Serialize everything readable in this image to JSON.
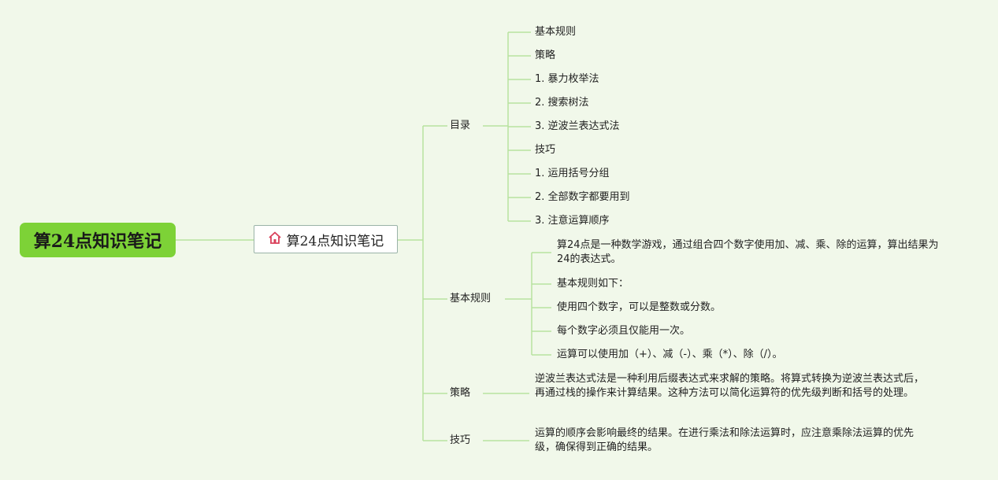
{
  "root": {
    "label": "算24点知识笔记"
  },
  "main": {
    "label": "算24点知识笔记",
    "icon": "home-icon",
    "icon_color": "#d9405a"
  },
  "branches": {
    "toc": {
      "label": "目录",
      "items": [
        "基本规则",
        "策略",
        "1. 暴力枚举法",
        "2. 搜索树法",
        "3. 逆波兰表达式法",
        "技巧",
        "1. 运用括号分组",
        "2. 全部数字都要用到",
        "3. 注意运算顺序"
      ]
    },
    "rules": {
      "label": "基本规则",
      "items": [
        "算24点是一种数学游戏，通过组合四个数字使用加、减、乘、除的运算，算出结果为24的表达式。",
        "基本规则如下：",
        "使用四个数字，可以是整数或分数。",
        "每个数字必须且仅能用一次。",
        "运算可以使用加（+）、减（-）、乘（*）、除（/）。"
      ]
    },
    "strategy": {
      "label": "策略",
      "text": "逆波兰表达式法是一种利用后缀表达式来求解的策略。将算式转换为逆波兰表达式后，再通过栈的操作来计算结果。这种方法可以简化运算符的优先级判断和括号的处理。"
    },
    "tips": {
      "label": "技巧",
      "text": "运算的顺序会影响最终的结果。在进行乘法和除法运算时，应注意乘除法运算的优先级，确保得到正确的结果。"
    }
  },
  "colors": {
    "background": "#f1f8ea",
    "root_fill": "#7dd237",
    "connector": "#b7e2a0",
    "main_border": "#9ab3a8"
  }
}
